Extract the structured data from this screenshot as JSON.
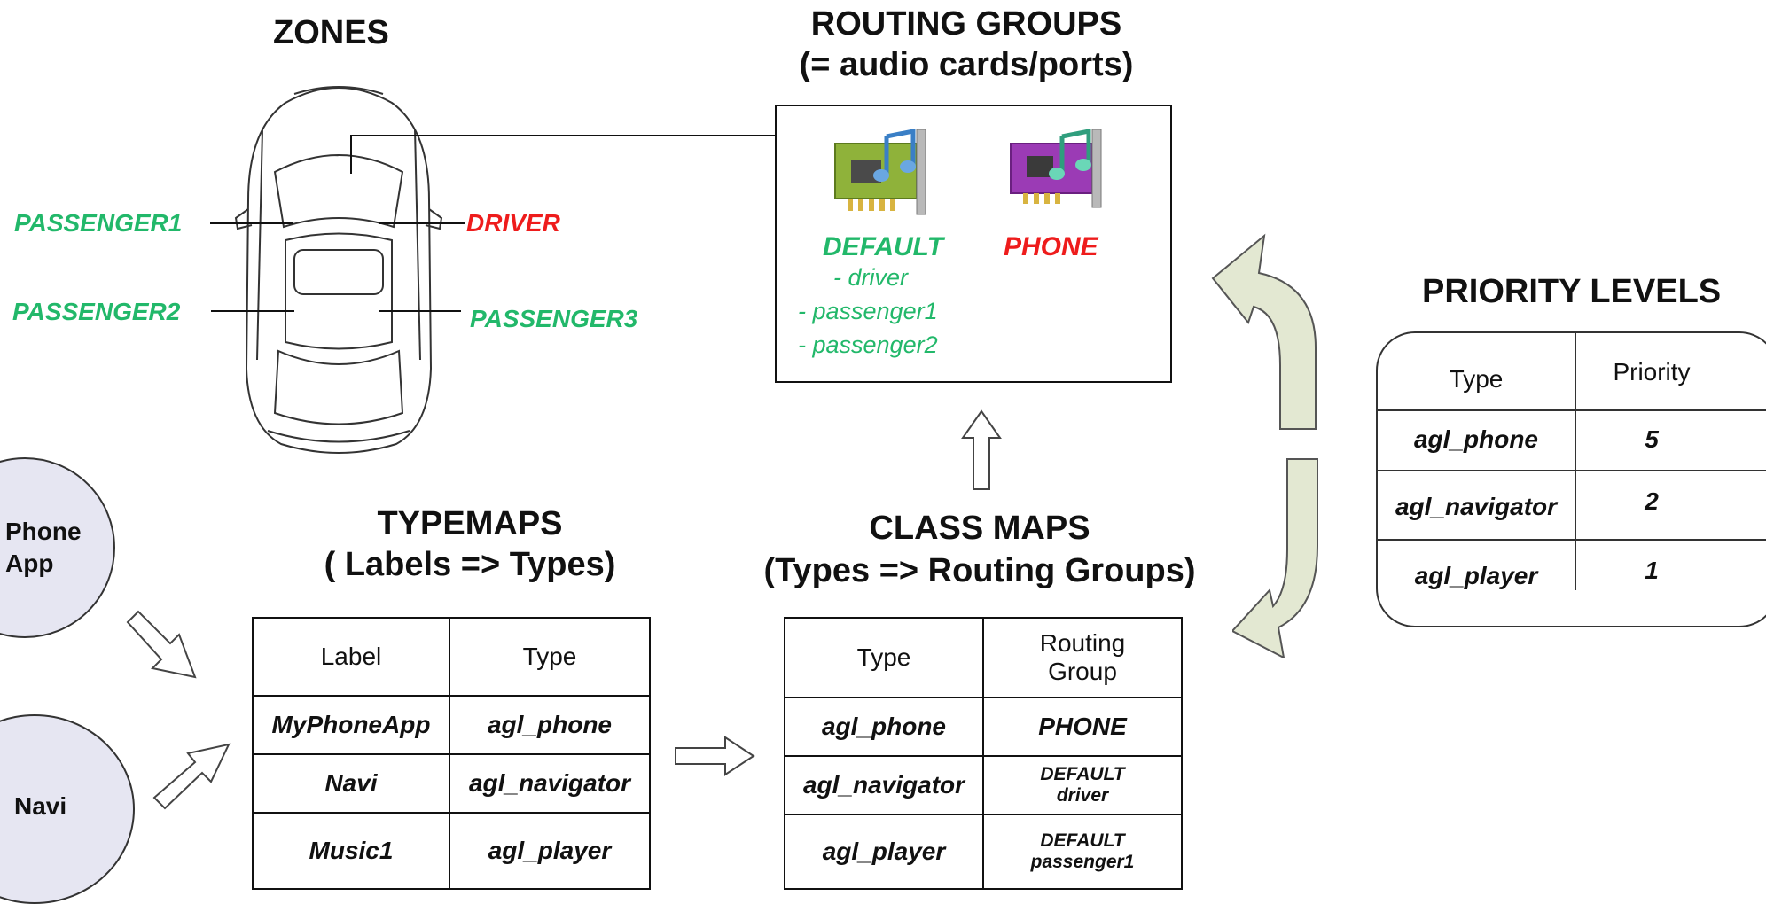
{
  "zones": {
    "title": "ZONES",
    "passenger1": "PASSENGER1",
    "driver": "DRIVER",
    "passenger2": "PASSENGER2",
    "passenger3": "PASSENGER3"
  },
  "routing_groups": {
    "title_line1": "ROUTING GROUPS",
    "title_line2": "(= audio cards/ports)",
    "default": {
      "label": "DEFAULT",
      "members": [
        "- driver",
        "- passenger1",
        "- passenger2"
      ]
    },
    "phone": {
      "label": "PHONE"
    }
  },
  "priority_levels": {
    "title": "PRIORITY LEVELS",
    "headers": [
      "Type",
      "Priority"
    ],
    "rows": [
      [
        "agl_phone",
        "5"
      ],
      [
        "agl_navigator",
        "2"
      ],
      [
        "agl_player",
        "1"
      ]
    ]
  },
  "apps": {
    "phone_app": [
      "Phone",
      "App"
    ],
    "navi": "Navi"
  },
  "typemaps": {
    "title_line1": "TYPEMAPS",
    "title_line2": "( Labels => Types)",
    "headers": [
      "Label",
      "Type"
    ],
    "rows": [
      [
        "MyPhoneApp",
        "agl_phone"
      ],
      [
        "Navi",
        "agl_navigator"
      ],
      [
        "Music1",
        "agl_player"
      ]
    ]
  },
  "class_maps": {
    "title_line1": "CLASS MAPS",
    "title_line2": "(Types => Routing Groups)",
    "headers": [
      "Type",
      "Routing",
      "Group"
    ],
    "rows": [
      {
        "type": "agl_phone",
        "group": "PHONE",
        "sub": ""
      },
      {
        "type": "agl_navigator",
        "group": "DEFAULT",
        "sub": "driver"
      },
      {
        "type": "agl_player",
        "group": "DEFAULT",
        "sub": "passenger1"
      }
    ]
  },
  "colors": {
    "zone_green": "#22b86a",
    "zone_red": "#ee1c1c",
    "curved_arrow_fill": "#e3e8d2",
    "circle_fill": "#e6e6f2",
    "card_default": "#8fb23a",
    "card_phone": "#9b3bb5"
  },
  "icons": [
    "car-outline-icon",
    "audio-card-default-icon",
    "audio-card-phone-icon",
    "hollow-arrow-icon",
    "curved-arrow-icon"
  ]
}
